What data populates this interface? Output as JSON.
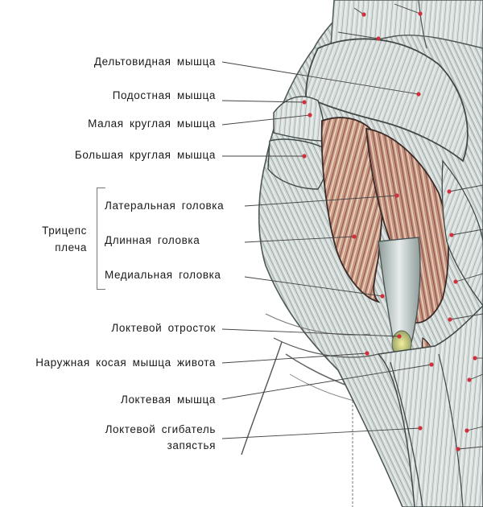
{
  "diagram": {
    "subject": "Triceps and surrounding muscles, posterior view of the shoulder and upper arm",
    "colors": {
      "background": "#ffffff",
      "muscle_gray": "#c9d2d0",
      "muscle_shade": "#6f7a78",
      "triceps_red": "#9b5f55",
      "triceps_light": "#e3c9b6",
      "tendon": "#b9c6c4",
      "olecranon_yellow": "#d6d36a",
      "marker_dot": "#d0303d",
      "leader_line": "#444444",
      "text": "#1a1a1a"
    },
    "labels": [
      {
        "id": "deltoid",
        "text": "Дельтовидная мышца"
      },
      {
        "id": "infraspinatus",
        "text": "Подостная мышца"
      },
      {
        "id": "teres_minor",
        "text": "Малая круглая мышца"
      },
      {
        "id": "teres_major",
        "text": "Большая круглая мышца"
      },
      {
        "id": "lateral_head",
        "text": "Латеральная головка"
      },
      {
        "id": "long_head",
        "text": "Длинная головка"
      },
      {
        "id": "medial_head",
        "text": "Медиальная головка"
      },
      {
        "id": "olecranon",
        "text": "Локтевой отросток"
      },
      {
        "id": "external_oblique",
        "text": "Наружная косая мышца живота"
      },
      {
        "id": "anconeus",
        "text": "Локтевая мышца"
      },
      {
        "id": "flexor_carpi_ulnaris_1",
        "text": "Локтевой сгибатель"
      },
      {
        "id": "flexor_carpi_ulnaris_2",
        "text": "запястья"
      }
    ],
    "group": {
      "line1": "Трицепс",
      "line2": "плеча"
    }
  }
}
